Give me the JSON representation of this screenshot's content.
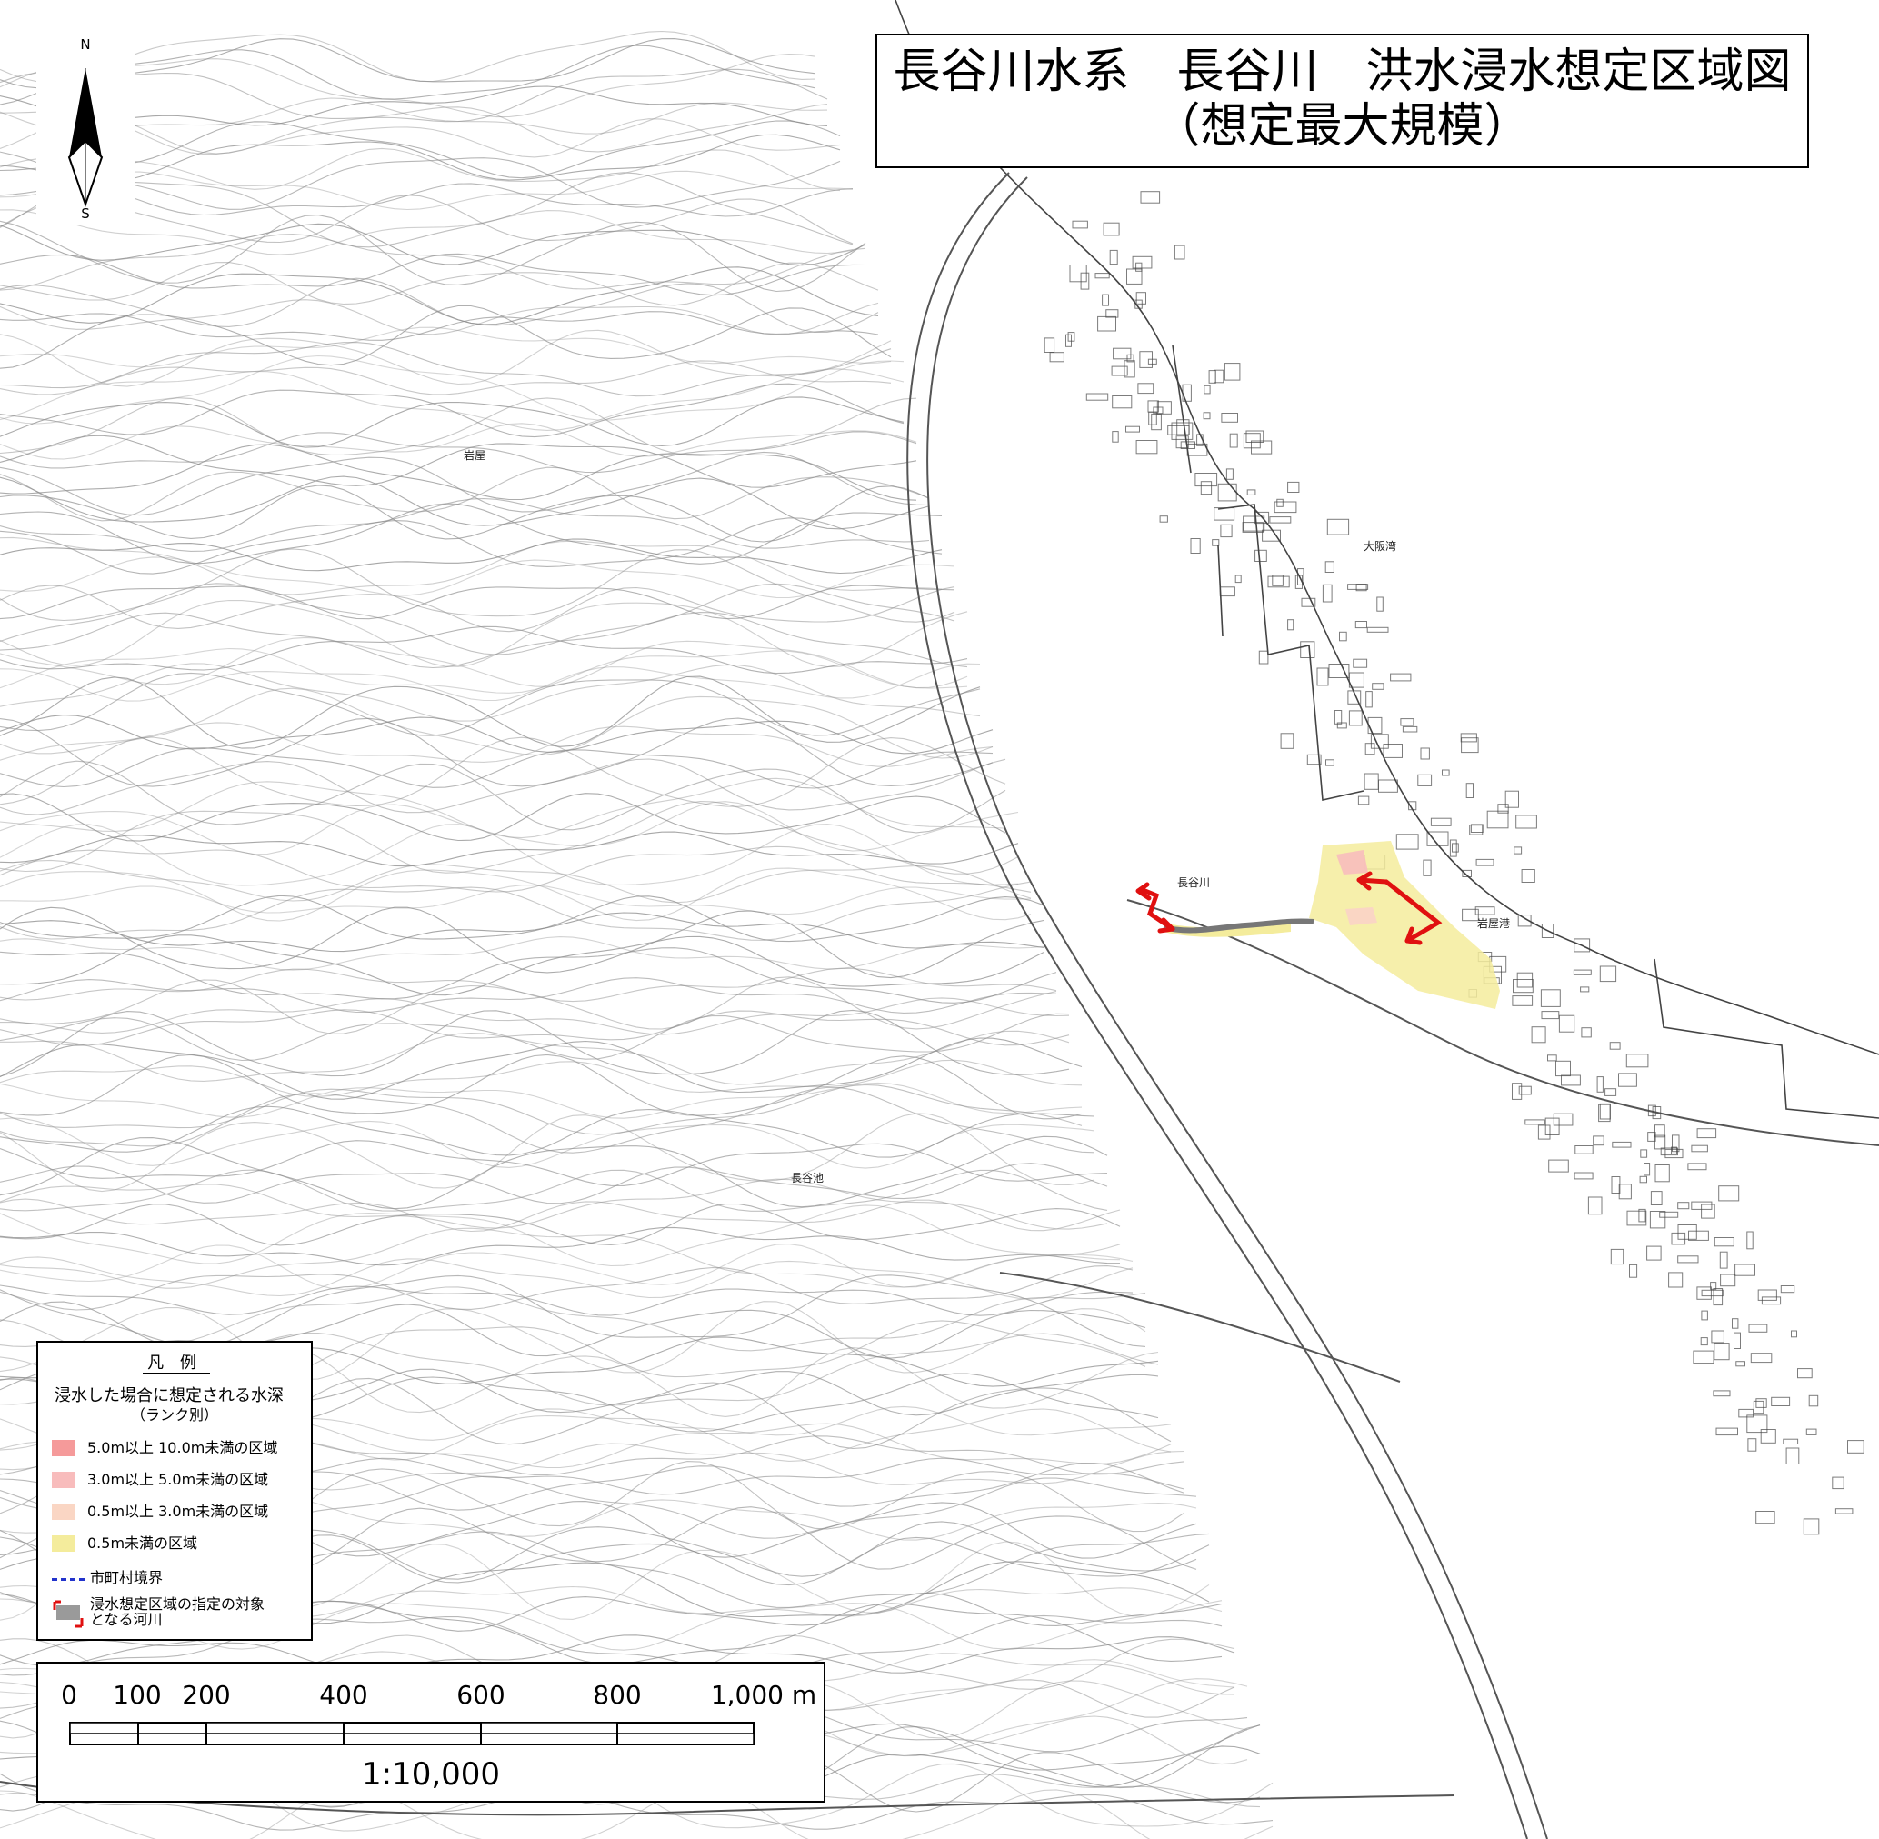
{
  "title": {
    "line1": "長谷川水系　長谷川　洪水浸水想定区域図",
    "line2": "（想定最大規模）"
  },
  "north_arrow": {
    "north": "N",
    "south": "S"
  },
  "legend": {
    "title": "凡 例",
    "subtitle_line1": "浸水した場合に想定される水深",
    "subtitle_line2": "（ランク別）",
    "depth_ranks": [
      {
        "label": "5.0m以上 10.0m未満の区域",
        "color": "#f59a9a"
      },
      {
        "label": "3.0m以上 5.0m未満の区域",
        "color": "#f8bcbc"
      },
      {
        "label": "0.5m以上 3.0m未満の区域",
        "color": "#fad6c4"
      },
      {
        "label": "0.5m未満の区域",
        "color": "#f4ec9c"
      }
    ],
    "boundary_label": "市町村境界",
    "boundary_color": "#2233cc",
    "target_river_label_line1": "浸水想定区域の指定の対象",
    "target_river_label_line2": "となる河川",
    "target_river_color": "#e01010"
  },
  "scale": {
    "ticks": [
      "0",
      "100",
      "200",
      "400",
      "600",
      "800",
      "1,000 m"
    ],
    "ratio": "1:10,000"
  },
  "map_labels": [
    "大阪湾",
    "岩屋港",
    "長谷池",
    "長谷川",
    "岩屋"
  ]
}
